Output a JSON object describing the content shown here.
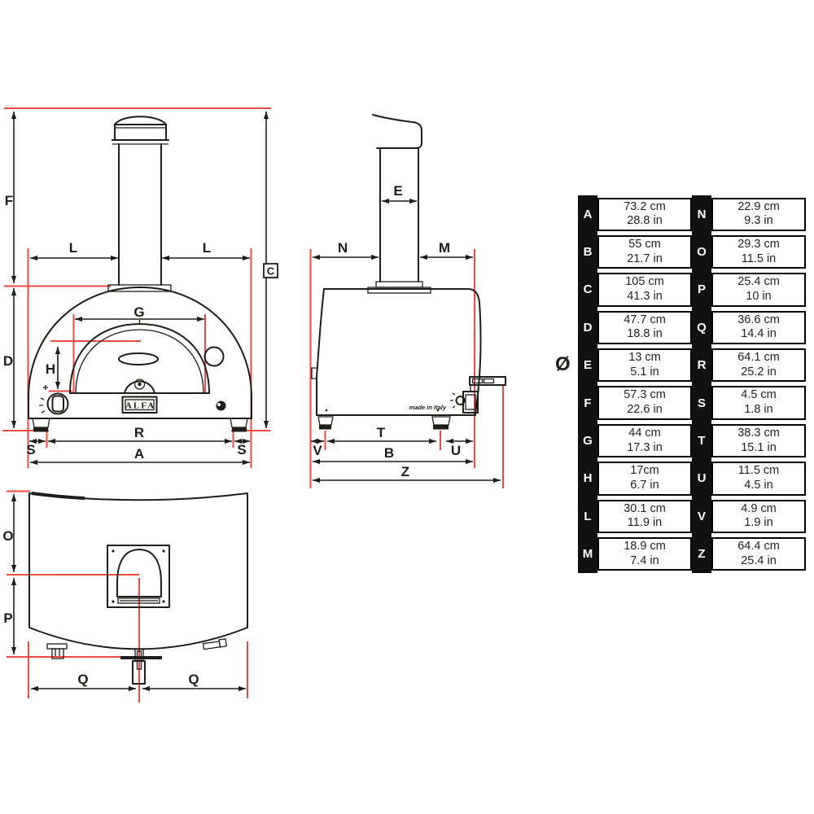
{
  "labels": {
    "f": "F",
    "c": "C",
    "d": "D",
    "l": "L",
    "g": "G",
    "h": "H",
    "r": "R",
    "s": "S",
    "a": "A",
    "e": "E",
    "n": "N",
    "m": "M",
    "v": "V",
    "t": "T",
    "u": "U",
    "b": "B",
    "z": "Z",
    "o": "O",
    "p": "P",
    "q": "Q",
    "diameter": "Ø"
  },
  "front_view": {
    "brand_plate": "ALFA"
  },
  "side_view": {
    "made_in": "made in Italy"
  },
  "colors": {
    "accent_red": "#ee4b40",
    "line_black": "#1d1d1b",
    "table_black": "#111111"
  },
  "table": {
    "rows": [
      {
        "l_letter": "A",
        "l_cm": "73.2 cm",
        "l_in": "28.8 in",
        "r_letter": "N",
        "r_cm": "22.9 cm",
        "r_in": "9.3 in"
      },
      {
        "l_letter": "B",
        "l_cm": "55 cm",
        "l_in": "21.7 in",
        "r_letter": "O",
        "r_cm": "29.3 cm",
        "r_in": "11.5 in"
      },
      {
        "l_letter": "C",
        "l_cm": "105 cm",
        "l_in": "41.3 in",
        "r_letter": "P",
        "r_cm": "25.4 cm",
        "r_in": "10 in"
      },
      {
        "l_letter": "D",
        "l_cm": "47.7 cm",
        "l_in": "18.8 in",
        "r_letter": "Q",
        "r_cm": "36.6 cm",
        "r_in": "14.4 in"
      },
      {
        "l_letter": "E",
        "l_cm": "13 cm",
        "l_in": "5.1 in",
        "r_letter": "R",
        "r_cm": "64.1 cm",
        "r_in": "25.2 in"
      },
      {
        "l_letter": "F",
        "l_cm": "57.3 cm",
        "l_in": "22.6 in",
        "r_letter": "S",
        "r_cm": "4.5 cm",
        "r_in": "1.8 in"
      },
      {
        "l_letter": "G",
        "l_cm": "44 cm",
        "l_in": "17.3 in",
        "r_letter": "T",
        "r_cm": "38.3 cm",
        "r_in": "15.1 in"
      },
      {
        "l_letter": "H",
        "l_cm": "17cm",
        "l_in": "6.7 in",
        "r_letter": "U",
        "r_cm": "11.5 cm",
        "r_in": "4.5 in"
      },
      {
        "l_letter": "L",
        "l_cm": "30.1 cm",
        "l_in": "11.9 in",
        "r_letter": "V",
        "r_cm": "4.9 cm",
        "r_in": "1.9 in"
      },
      {
        "l_letter": "M",
        "l_cm": "18.9 cm",
        "l_in": "7.4 in",
        "r_letter": "Z",
        "r_cm": "64.4 cm",
        "r_in": "25.4 in"
      }
    ]
  }
}
